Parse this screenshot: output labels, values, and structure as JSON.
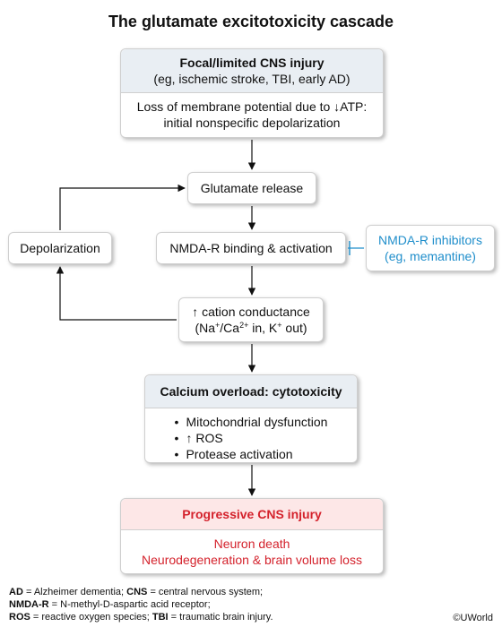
{
  "title": "The glutamate excitotoxicity cascade",
  "boxes": {
    "focal": {
      "title": "Focal/limited CNS injury",
      "subtitle": "(eg, ischemic stroke, TBI, early AD)",
      "body_line1": "Loss of membrane potential due to ↓ATP:",
      "body_line2": "initial nonspecific depolarization"
    },
    "glutamate": "Glutamate release",
    "nmda": "NMDA-R binding & activation",
    "depolarization": "Depolarization",
    "inhibitor": {
      "line1": "NMDA-R inhibitors",
      "line2": "(eg, memantine)"
    },
    "cation": {
      "line1": "↑ cation conductance",
      "na": "(Na",
      "plus1": "+",
      "ca": "/Ca",
      "twoplus": "2+",
      "kin": " in, K",
      "plus2": "+",
      "out": " out)"
    },
    "calcium": {
      "title": "Calcium overload: cytotoxicity",
      "items": [
        "Mitochondrial dysfunction",
        "↑ ROS",
        "Protease activation"
      ]
    },
    "progressive": {
      "title": "Progressive CNS injury",
      "line1": "Neuron death",
      "line2": "Neurodegeneration & brain volume loss"
    }
  },
  "abbreviations": {
    "line1": [
      {
        "abbr": "AD",
        "def": " = Alzheimer dementia; "
      },
      {
        "abbr": "CNS",
        "def": " = central nervous system;"
      }
    ],
    "line2": [
      {
        "abbr": "NMDA-R",
        "def": " = N-methyl-D-aspartic acid receptor;"
      }
    ],
    "line3": [
      {
        "abbr": "ROS",
        "def": " = reactive oxygen species; "
      },
      {
        "abbr": "TBI",
        "def": " = traumatic brain injury."
      }
    ]
  },
  "copyright": "©UWorld",
  "colors": {
    "accent_blue": "#1f8ecb",
    "accent_red": "#d4222c",
    "header_gray": "#e9eef3",
    "header_pink": "#fde7e7"
  }
}
